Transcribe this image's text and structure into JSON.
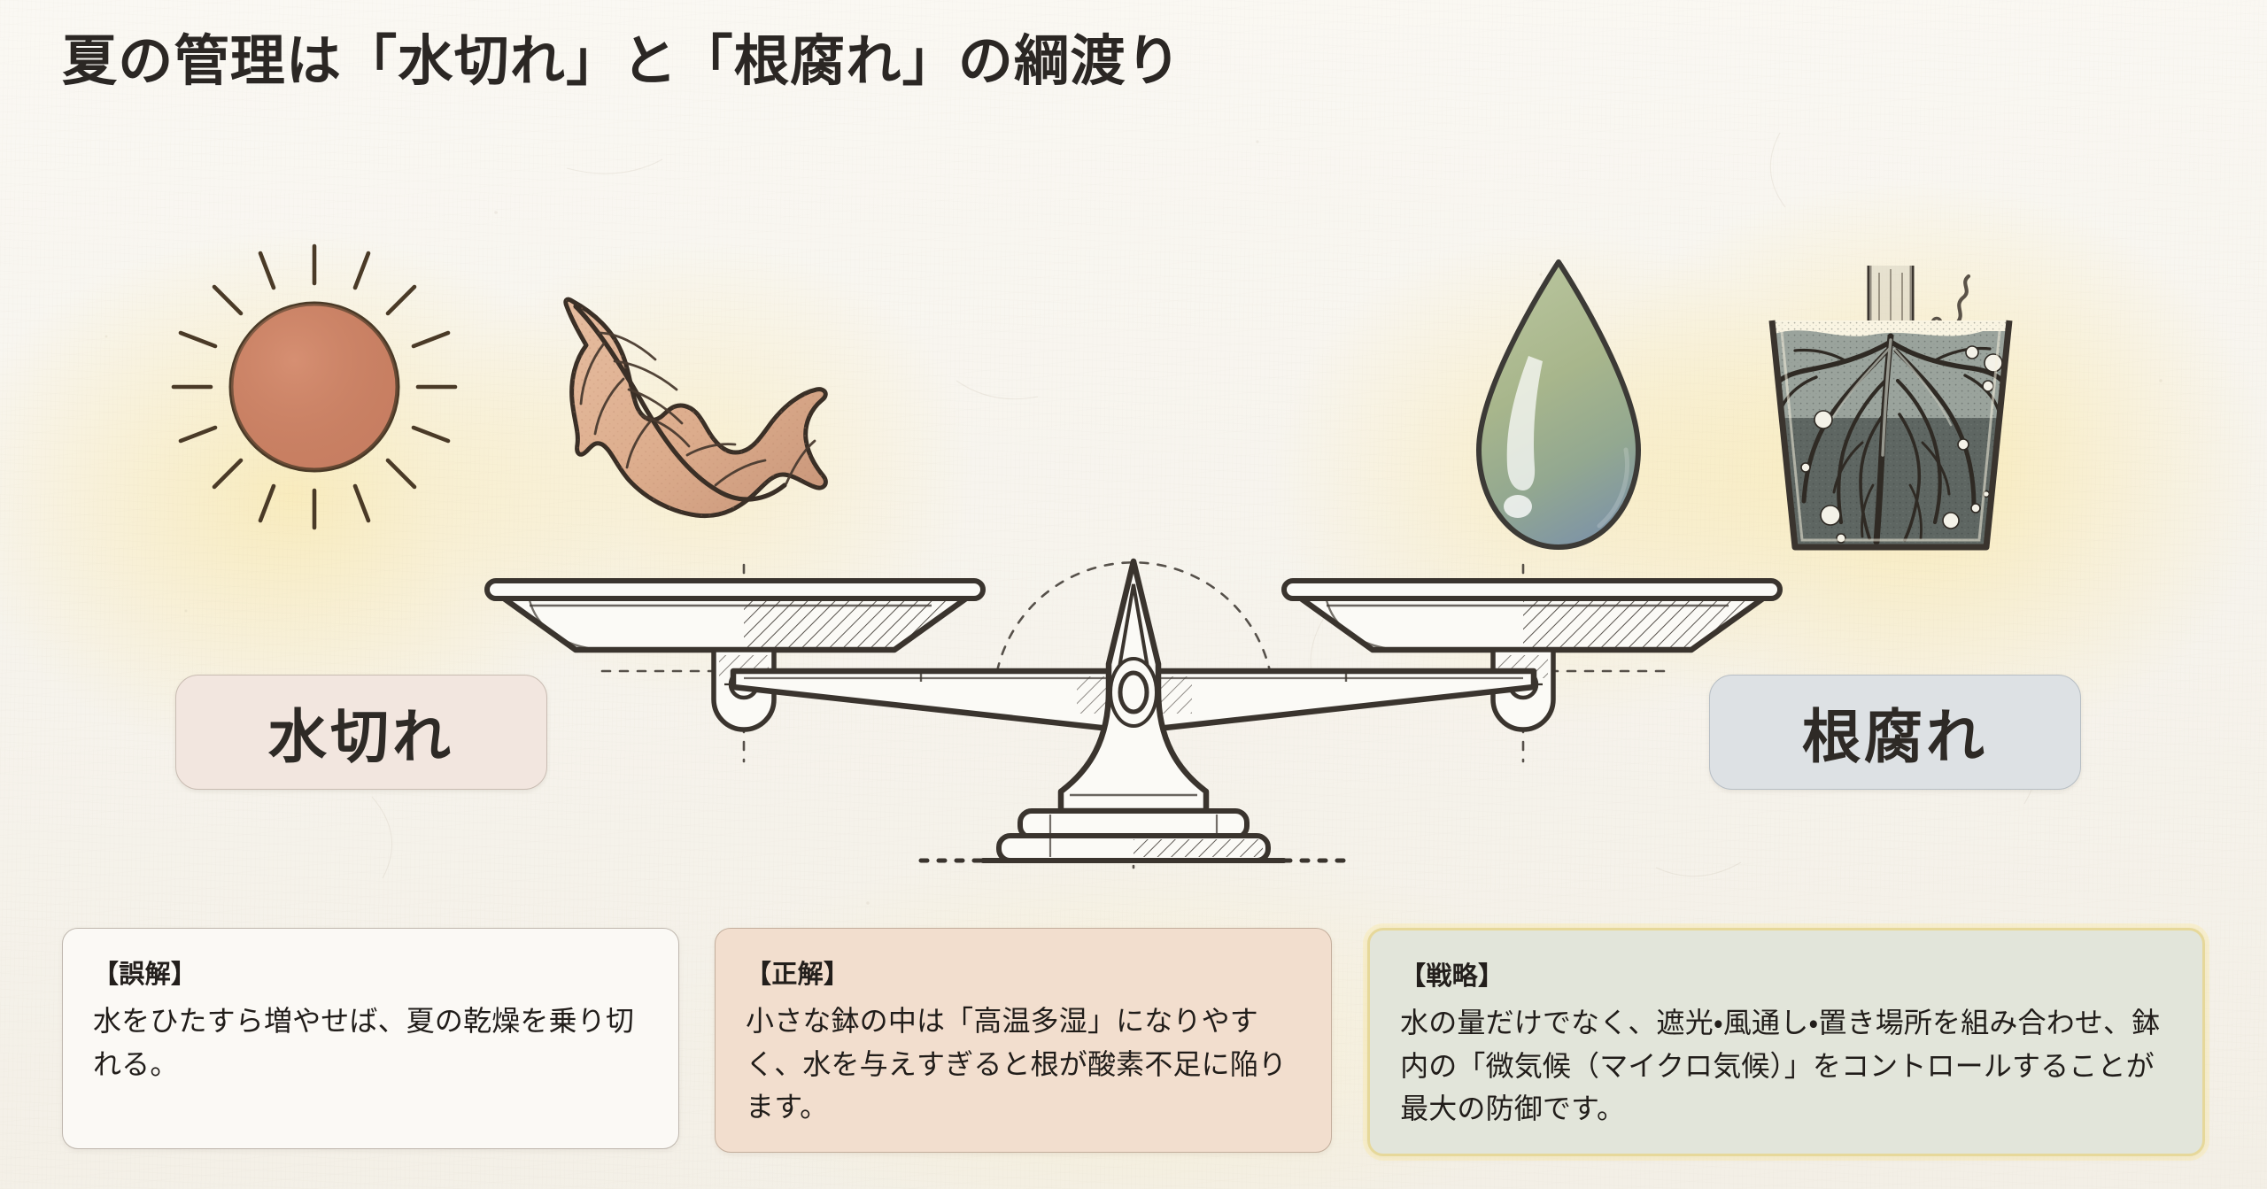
{
  "page": {
    "title": "夏の管理は「水切れ」と「根腐れ」の綱渡り",
    "language": "ja"
  },
  "colors": {
    "background": "#F7F4EE",
    "paper_warm_glow": "#FAE496",
    "title_text": "#2B2724",
    "ink_outline": "#3A342E",
    "sun_fill": "#CC8265",
    "leaf_fill": "#DFAF90",
    "leaf_vein": "#3A2F26",
    "droplet_green": "#A8B68C",
    "droplet_blue": "#7E94A6",
    "soil_dark": "#5E6662",
    "soil_light": "#9AA39C",
    "pill_left_bg": "#F2E6DF",
    "pill_right_bg": "#DDE1E4",
    "note_misconception_bg": "#FBF9F5",
    "note_truth_bg": "#F2DECE",
    "note_strategy_bg": "#E2E5DA",
    "note_strategy_border": "#E6D89A"
  },
  "illustrations": {
    "sun": {
      "name": "sun-icon",
      "meaning": "強い夏の日差し",
      "ray_count": 16
    },
    "leaf": {
      "name": "wilted-leaf-icon",
      "meaning": "乾燥で枯れた葉"
    },
    "droplet": {
      "name": "water-droplet-icon",
      "meaning": "過剰な水やり"
    },
    "pot": {
      "name": "waterlogged-root-pot-icon",
      "meaning": "鉢内の根腐れ",
      "bubble_count": 11
    }
  },
  "scale": {
    "name": "balance-scale",
    "state": "balanced",
    "left_side": "水切れ",
    "right_side": "根腐れ",
    "style": "technical-line-drawing"
  },
  "pills": [
    {
      "id": "left",
      "label": "水切れ"
    },
    {
      "id": "right",
      "label": "根腐れ"
    }
  ],
  "notes": [
    {
      "id": "misconception",
      "head": "【誤解】",
      "body": "水をひたすら増やせば、夏の乾燥を乗り切れる。"
    },
    {
      "id": "truth",
      "head": "【正解】",
      "body": "小さな鉢の中は「高温多湿」になりやすく、水を与えすぎると根が酸素不足に陥ります。"
    },
    {
      "id": "strategy",
      "head": "【戦略】",
      "body": "水の量だけでなく、遮光・風通し・置き場所を組み合わせ、鉢内の「微気候（マイクロ気候）」をコントロールすることが最大の防御です。"
    }
  ]
}
